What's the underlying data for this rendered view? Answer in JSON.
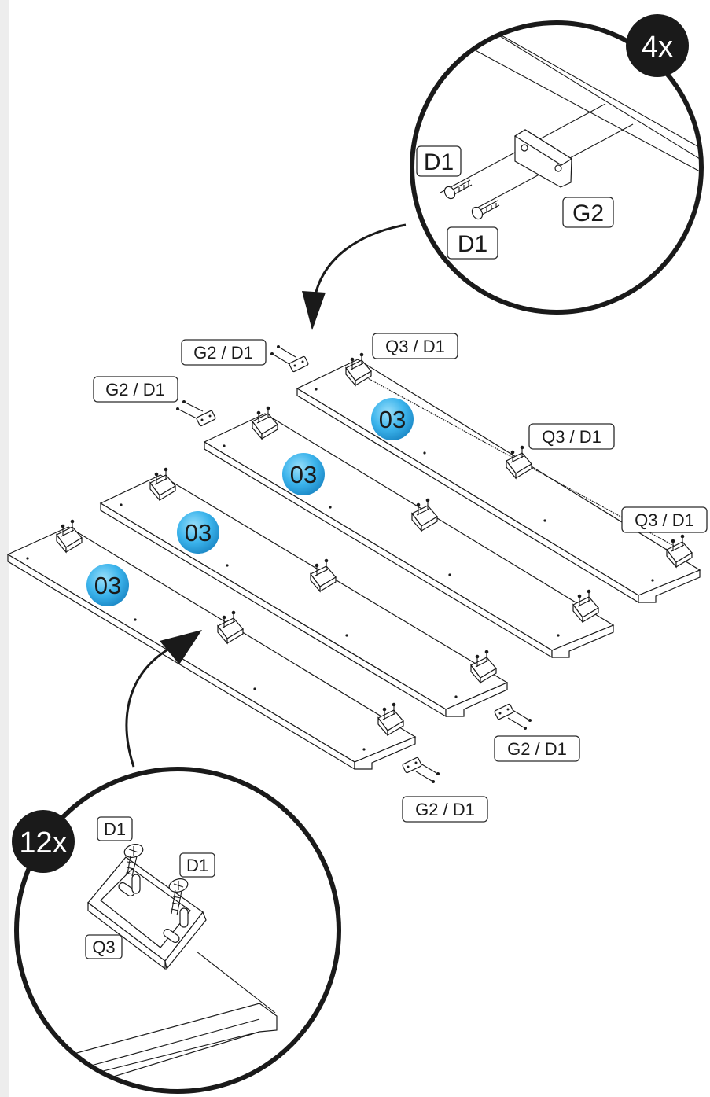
{
  "zoom_top": {
    "count": "4x",
    "labels": [
      "D1",
      "D1",
      "G2"
    ]
  },
  "zoom_bottom": {
    "count": "12x",
    "labels": [
      "D1",
      "D1",
      "Q3"
    ]
  },
  "panel_number": "03",
  "callouts": {
    "g2_d1": "G2 / D1",
    "q3_d1": "Q3 / D1"
  },
  "colors": {
    "bubble": "#3cb4ec",
    "badge": "#1a1a1a",
    "outline": "#1a1a1a"
  },
  "icons": [
    "arrow-icon",
    "bracket-icon",
    "screw-icon",
    "connector-plate-icon"
  ]
}
